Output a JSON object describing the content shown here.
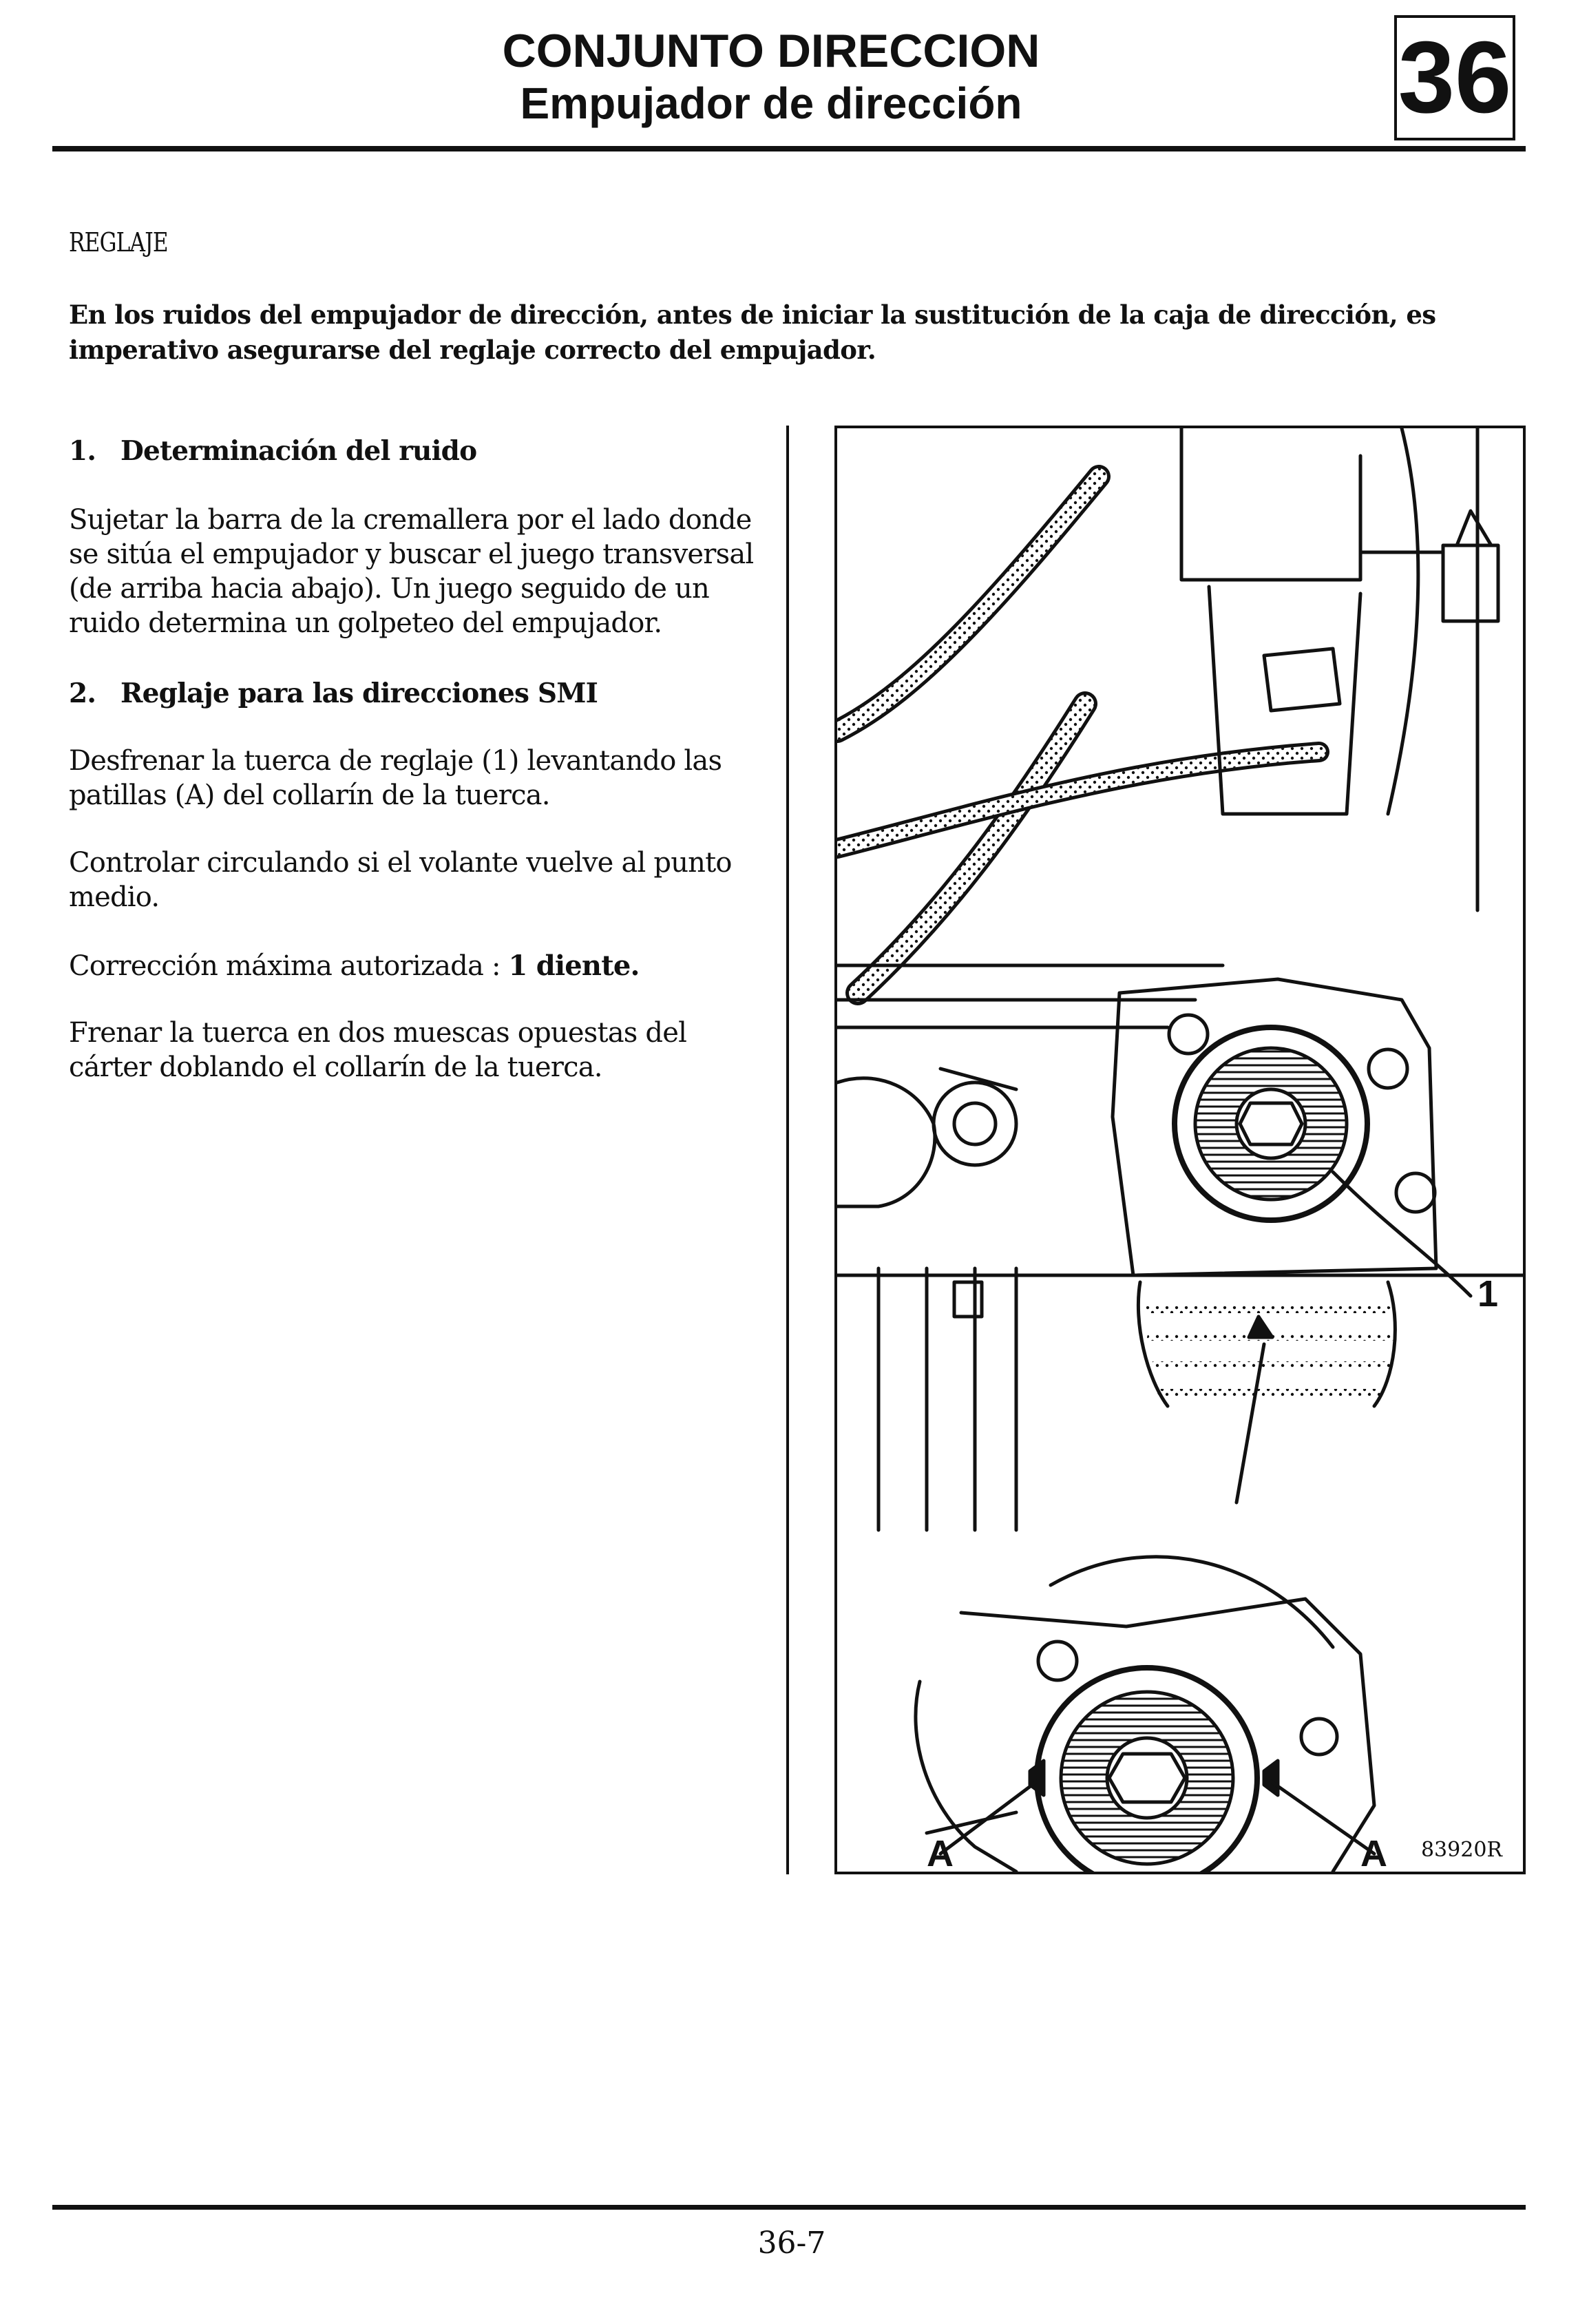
{
  "header": {
    "title_line1": "CONJUNTO DIRECCION",
    "title_line2": "Empujador de dirección",
    "chapter": "36"
  },
  "section": {
    "label": "REGLAJE",
    "intro": "En los ruidos del empujador de dirección, antes de iniciar la sustitución de la caja de dirección, es imperativo asegurarse del reglaje correcto del empujador."
  },
  "steps": [
    {
      "number": "1.",
      "title": "Determinación del ruido",
      "paragraphs": [
        "Sujetar la barra de la cremallera por el lado donde se sitúa el empujador y buscar el juego transversal (de arriba hacia abajo). Un juego seguido de un ruido determina un golpeteo del empujador."
      ]
    },
    {
      "number": "2.",
      "title": "Reglaje para las direcciones SMI",
      "paragraphs": [
        "Desfrenar la tuerca de reglaje (1) levantando las patillas (A) del collarín de la tuerca.",
        "Controlar circulando si el volante vuelve al punto medio.",
        "Corrección máxima autorizada : ",
        "Frenar la tuerca en dos muescas opuestas del cárter doblando el collarín de la tuerca."
      ],
      "emphasis": "1 diente."
    }
  ],
  "figure": {
    "callout_1": "1",
    "callout_a_left": "A",
    "callout_a_right": "A",
    "reference": "83920R"
  },
  "footer": {
    "page": "36-7"
  }
}
